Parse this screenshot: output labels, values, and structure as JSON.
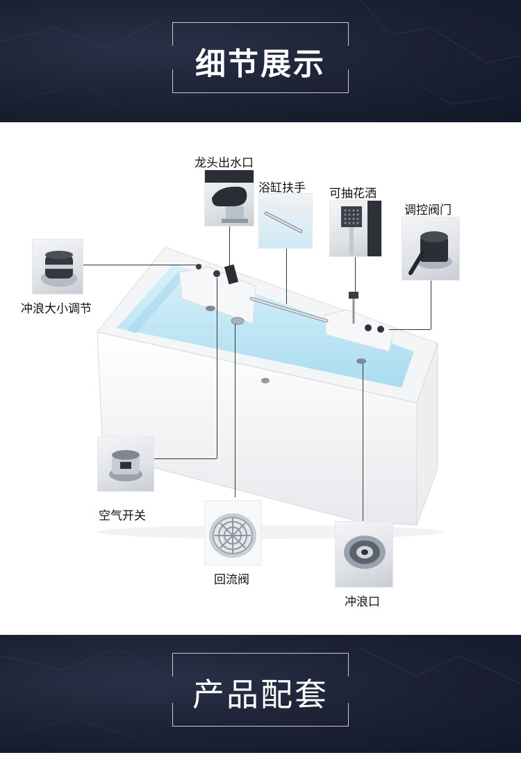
{
  "header": {
    "title": "细节展示"
  },
  "footer": {
    "title": "产品配套"
  },
  "callouts": {
    "faucet": "龙头出水口",
    "handrail": "浴缸扶手",
    "shower": "可抽花洒",
    "valve": "调控阀门",
    "wave_adjust": "冲浪大小调节",
    "air_switch": "空气开关",
    "return_valve": "回流阀",
    "wave_outlet": "冲浪口"
  },
  "icons": {
    "faucet": "faucet-icon",
    "handrail": "handrail-icon",
    "shower": "shower-head-icon",
    "valve": "control-valve-icon",
    "wave_adjust": "wave-knob-icon",
    "air_switch": "air-switch-icon",
    "return_valve": "return-valve-icon",
    "wave_outlet": "wave-jet-icon"
  },
  "colors": {
    "banner": "#1b2032",
    "water": "#bfe6f5",
    "leader": "#333333"
  }
}
